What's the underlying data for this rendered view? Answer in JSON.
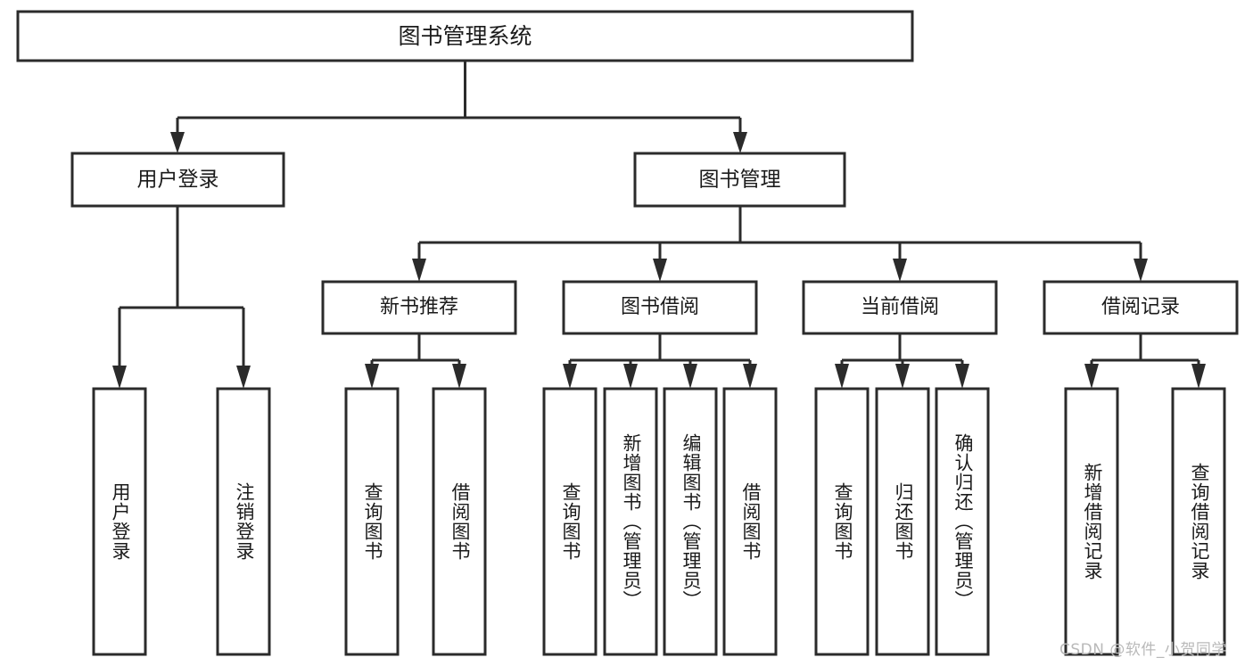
{
  "diagram": {
    "type": "tree",
    "title": "图书管理系统",
    "watermark": "CSDN @软件_小贺同学",
    "colors": {
      "box_stroke": "#2b2b2b",
      "box_fill": "#ffffff",
      "edge": "#2b2b2b",
      "text": "#1b1b1b",
      "watermark": "#b9b9b9",
      "background": "#ffffff"
    },
    "root": {
      "label": "图书管理系统"
    },
    "level2": [
      {
        "label": "用户登录"
      },
      {
        "label": "图书管理"
      }
    ],
    "level3": [
      {
        "label": "新书推荐"
      },
      {
        "label": "图书借阅"
      },
      {
        "label": "当前借阅"
      },
      {
        "label": "借阅记录"
      }
    ],
    "leaves": {
      "user_login": [
        {
          "label": "用户登录"
        },
        {
          "label": "注销登录"
        }
      ],
      "new_book_recommend": [
        {
          "label": "查询图书"
        },
        {
          "label": "借阅图书"
        }
      ],
      "book_borrow": [
        {
          "label": "查询图书"
        },
        {
          "label": "新增图书（管理员）"
        },
        {
          "label": "编辑图书（管理员）"
        },
        {
          "label": "借阅图书"
        }
      ],
      "current_borrow": [
        {
          "label": "查询图书"
        },
        {
          "label": "归还图书"
        },
        {
          "label": "确认归还（管理员）"
        }
      ],
      "borrow_record": [
        {
          "label": "新增借阅记录"
        },
        {
          "label": "查询借阅记录"
        }
      ]
    }
  }
}
